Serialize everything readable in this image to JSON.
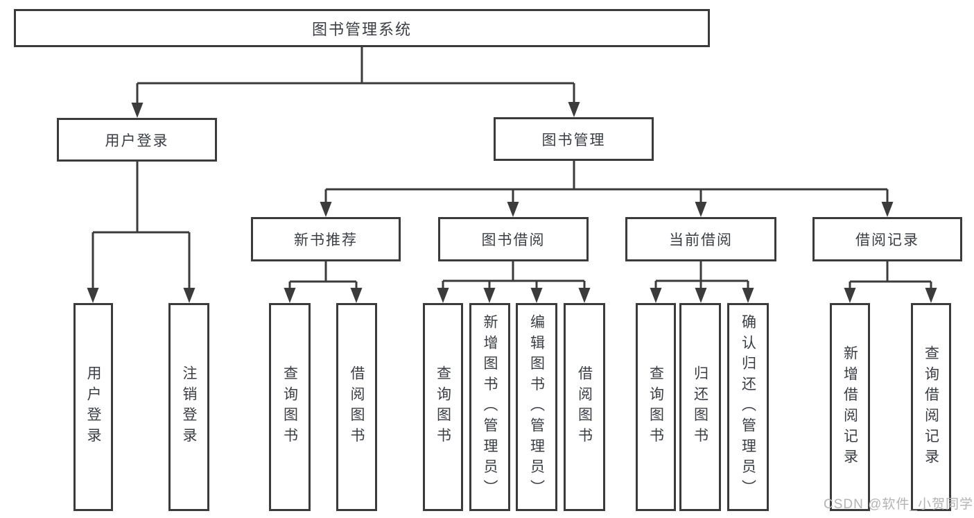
{
  "tree": {
    "root": {
      "label": "图书管理系统"
    },
    "children": [
      {
        "label": "用户登录",
        "children": [
          {
            "label": "用户登录"
          },
          {
            "label": "注销登录"
          }
        ]
      },
      {
        "label": "图书管理",
        "children": [
          {
            "label": "新书推荐",
            "children": [
              {
                "label": "查询图书"
              },
              {
                "label": "借阅图书"
              }
            ]
          },
          {
            "label": "图书借阅",
            "children": [
              {
                "label": "查询图书"
              },
              {
                "label": "新增图书（管理员）"
              },
              {
                "label": "编辑图书（管理员）"
              },
              {
                "label": "借阅图书"
              }
            ]
          },
          {
            "label": "当前借阅",
            "children": [
              {
                "label": "查询图书"
              },
              {
                "label": "归还图书"
              },
              {
                "label": "确认归还（管理员）"
              }
            ]
          },
          {
            "label": "借阅记录",
            "children": [
              {
                "label": "新增借阅记录"
              },
              {
                "label": "查询借阅记录"
              }
            ]
          }
        ]
      }
    ]
  },
  "watermark": {
    "text": "CSDN @软件_小贺同学"
  },
  "colors": {
    "line": "#3b3b3b",
    "box_border": "#3b3b3b",
    "text": "#3a3e44",
    "watermark": "#b3b3b3",
    "background": "#ffffff"
  }
}
